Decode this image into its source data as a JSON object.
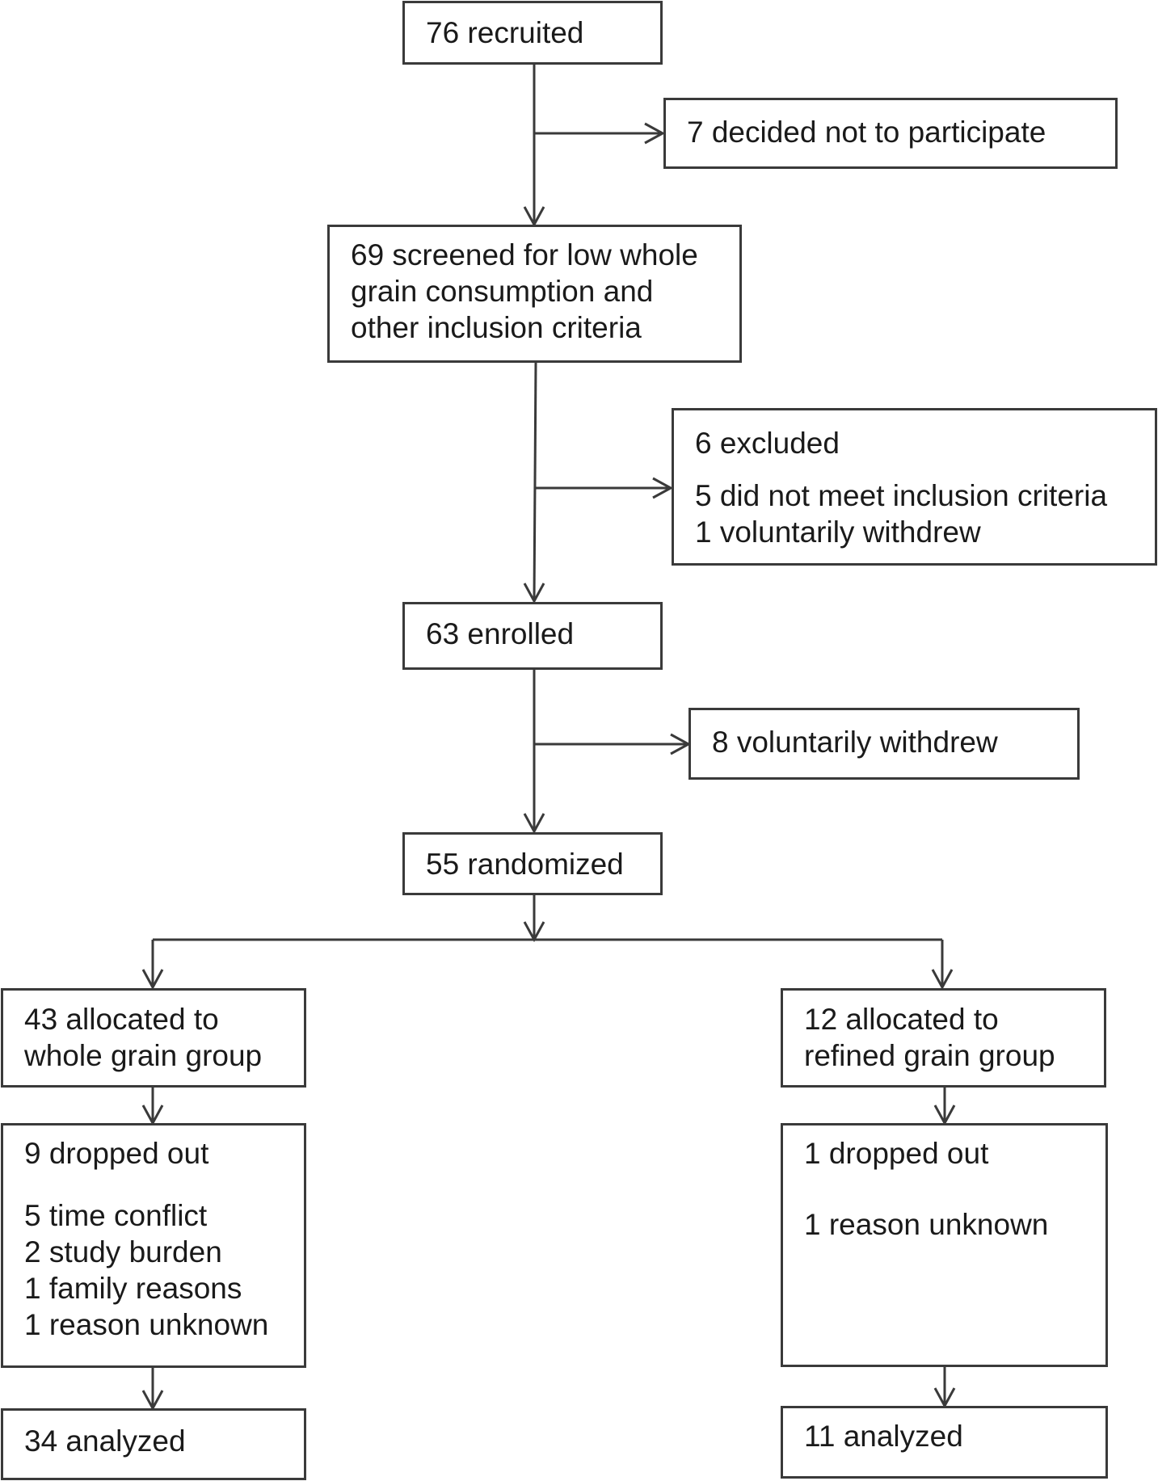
{
  "flowchart": {
    "recruited": "76 recruited",
    "declined": "7 decided not to participate",
    "screened": [
      "69 screened for low whole",
      "grain consumption and",
      "other inclusion criteria"
    ],
    "excluded": {
      "heading": "6 excluded",
      "reasons": [
        "5 did not meet inclusion criteria",
        "1 voluntarily withdrew"
      ]
    },
    "enrolled": "63 enrolled",
    "withdrew": "8 voluntarily withdrew",
    "randomized": "55 randomized",
    "whole_grain": {
      "allocated": [
        "43 allocated to",
        "whole grain group"
      ],
      "dropped_heading": "9 dropped out",
      "dropped_reasons": [
        "5 time conflict",
        "2 study burden",
        "1 family reasons",
        "1 reason unknown"
      ],
      "analyzed": "34 analyzed"
    },
    "refined_grain": {
      "allocated": [
        "12 allocated to",
        "refined grain group"
      ],
      "dropped_heading": "1 dropped out",
      "dropped_reasons": [
        "1 reason unknown"
      ],
      "analyzed": "11 analyzed"
    }
  }
}
